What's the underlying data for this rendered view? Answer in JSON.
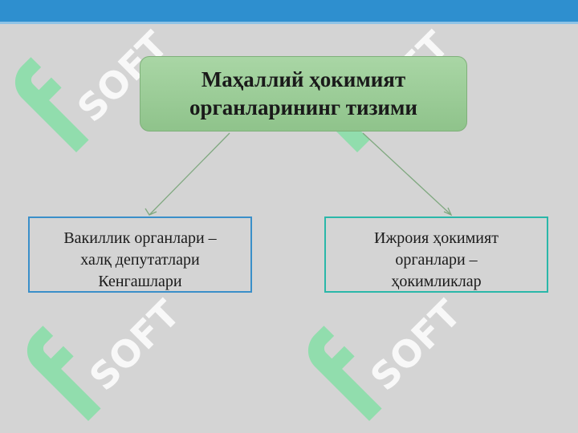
{
  "diagram": {
    "title": "Маҳаллий ҳокимият\nорганларининг тизими",
    "left_box": "Вакиллик органлари –\nхалқ депутатлари\nКенгашлари",
    "right_box": "Ижроия ҳокимият\nорганлари –\nҳокимликлар"
  },
  "watermark": {
    "text": "SOFT"
  },
  "colors": {
    "header_bar": "#2e8fcf",
    "background": "#d4d4d4",
    "title_fill": "#9ccd98",
    "left_border": "#3a8fc9",
    "right_border": "#2ab7a9",
    "connector": "#7fa87f",
    "watermark": "#7be0a0"
  }
}
